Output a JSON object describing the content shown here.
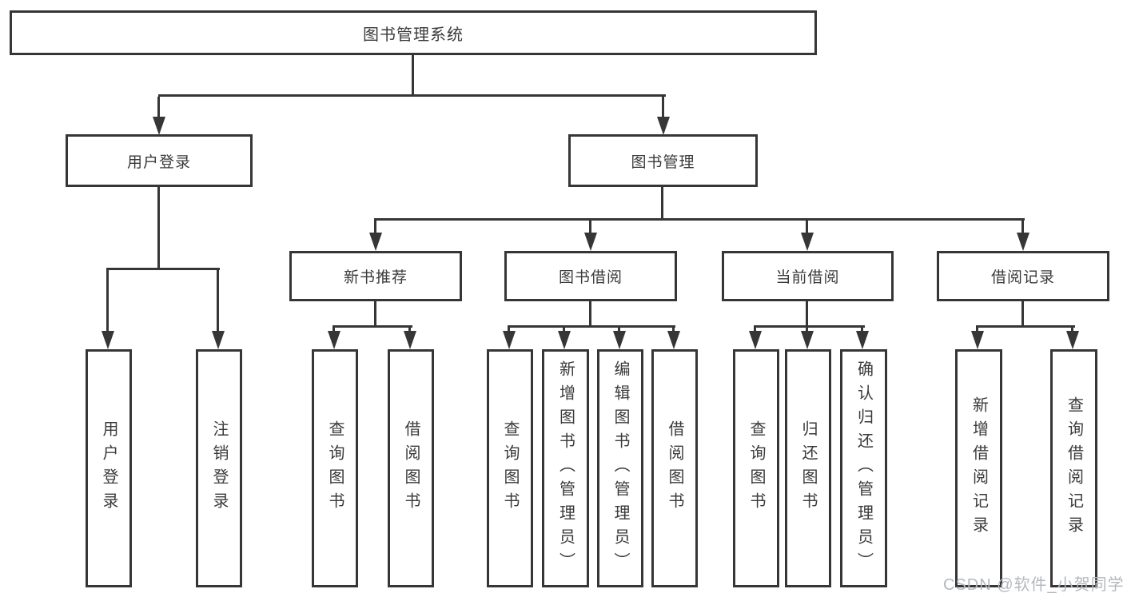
{
  "nodes": {
    "root": {
      "label": "图书管理系统"
    },
    "user_login": {
      "label": "用户登录"
    },
    "book_mgmt": {
      "label": "图书管理"
    },
    "new_book_rec": {
      "label": "新书推荐"
    },
    "book_borrow": {
      "label": "图书借阅"
    },
    "current_borrow": {
      "label": "当前借阅"
    },
    "borrow_records": {
      "label": "借阅记录"
    },
    "leaf_user_login": {
      "label": "用户登录"
    },
    "leaf_logout": {
      "label": "注销登录"
    },
    "leaf_query_book_1": {
      "label": "查询图书"
    },
    "leaf_borrow_book_1": {
      "label": "借阅图书"
    },
    "leaf_query_book_2": {
      "label": "查询图书"
    },
    "leaf_add_book": {
      "label": "新增图书（管理员）"
    },
    "leaf_edit_book": {
      "label": "编辑图书（管理员）"
    },
    "leaf_borrow_book_2": {
      "label": "借阅图书"
    },
    "leaf_query_book_3": {
      "label": "查询图书"
    },
    "leaf_return_book": {
      "label": "归还图书"
    },
    "leaf_confirm_return": {
      "label": "确认归还（管理员）"
    },
    "leaf_add_record": {
      "label": "新增借阅记录"
    },
    "leaf_query_record": {
      "label": "查询借阅记录"
    }
  },
  "edges": [
    {
      "from": "root",
      "to": "user_login"
    },
    {
      "from": "root",
      "to": "book_mgmt"
    },
    {
      "from": "user_login",
      "to": "leaf_user_login"
    },
    {
      "from": "user_login",
      "to": "leaf_logout"
    },
    {
      "from": "book_mgmt",
      "to": "new_book_rec"
    },
    {
      "from": "book_mgmt",
      "to": "book_borrow"
    },
    {
      "from": "book_mgmt",
      "to": "current_borrow"
    },
    {
      "from": "book_mgmt",
      "to": "borrow_records"
    },
    {
      "from": "new_book_rec",
      "to": "leaf_query_book_1"
    },
    {
      "from": "new_book_rec",
      "to": "leaf_borrow_book_1"
    },
    {
      "from": "book_borrow",
      "to": "leaf_query_book_2"
    },
    {
      "from": "book_borrow",
      "to": "leaf_add_book"
    },
    {
      "from": "book_borrow",
      "to": "leaf_edit_book"
    },
    {
      "from": "book_borrow",
      "to": "leaf_borrow_book_2"
    },
    {
      "from": "current_borrow",
      "to": "leaf_query_book_3"
    },
    {
      "from": "current_borrow",
      "to": "leaf_return_book"
    },
    {
      "from": "current_borrow",
      "to": "leaf_confirm_return"
    },
    {
      "from": "borrow_records",
      "to": "leaf_add_record"
    },
    {
      "from": "borrow_records",
      "to": "leaf_query_record"
    }
  ],
  "watermark": {
    "text": "CSDN @软件_小贺同学"
  },
  "colors": {
    "line": "#363636",
    "text": "#3a3a3a",
    "watermark": "#b4b8bd",
    "background": "#ffffff"
  }
}
